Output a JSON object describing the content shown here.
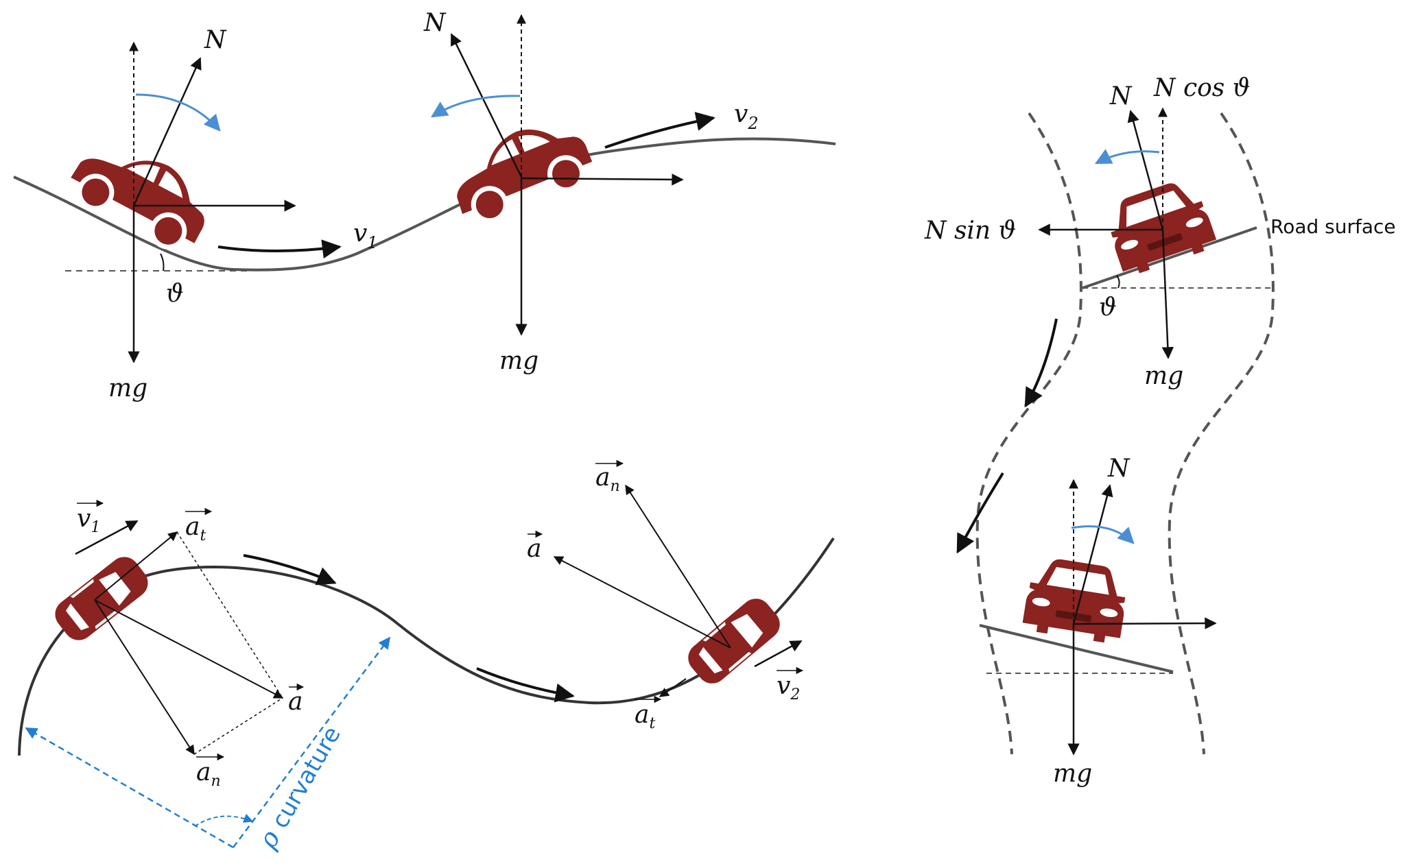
{
  "labels": {
    "N": "N",
    "mg": "mg",
    "theta": "ϑ",
    "v1": "v",
    "v1_sub": "1",
    "v2": "v",
    "v2_sub": "2",
    "N_cos": "N cos ϑ",
    "N_sin": "N sin ϑ",
    "road_surface": "Road surface",
    "a_vec": "a",
    "a_t": "a",
    "a_t_sub": "t",
    "a_n": "a",
    "a_n_sub": "n",
    "rho": "ρ",
    "curvature": "curvature"
  },
  "colors": {
    "car": "#8b2320",
    "road": "#555555",
    "arrow": "#111111",
    "blue_arrow": "#4a8fd4",
    "curvature_blue": "#1f7fd4"
  }
}
